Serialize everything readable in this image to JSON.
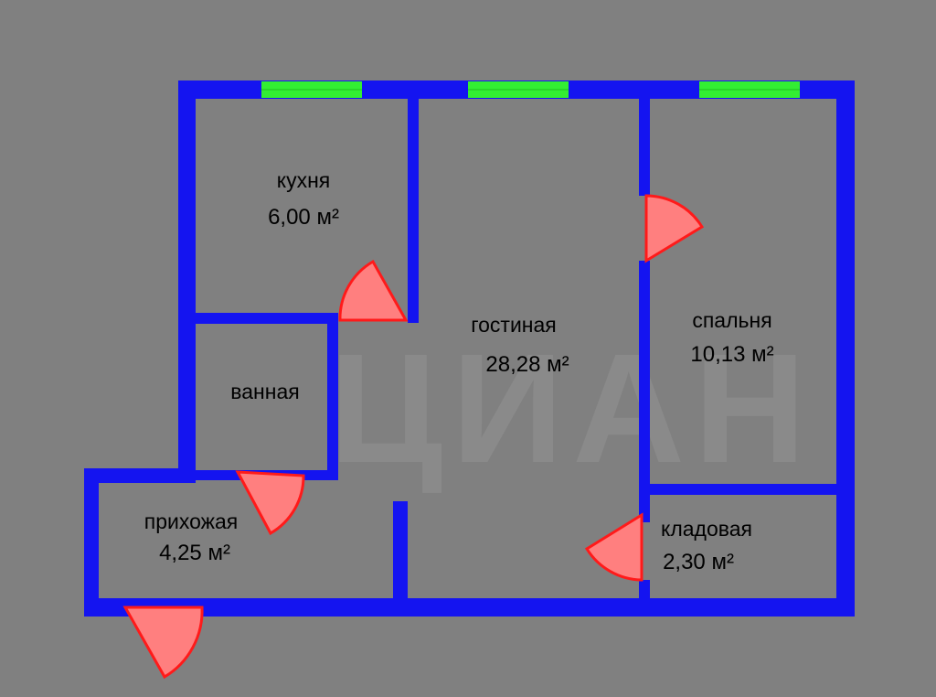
{
  "watermark": {
    "text": "ЦИАН"
  },
  "colors": {
    "background": "#808080",
    "wall": "#1414F0",
    "window": "#33EE33",
    "door_fill": "#FF7F7F",
    "door_edge": "#FF1A1A"
  },
  "rooms": {
    "kitchen": {
      "name": "кухня",
      "area": "6,00 м²"
    },
    "living": {
      "name": "гостиная",
      "area": "28,28 м²"
    },
    "bedroom": {
      "name": "спальня",
      "area": "10,13 м²"
    },
    "bathroom": {
      "name": "ванная"
    },
    "hallway": {
      "name": "прихожая",
      "area": "4,25 м²"
    },
    "storage": {
      "name": "кладовая",
      "area": "2,30 м²"
    }
  },
  "windows": [
    "kitchen-window",
    "living-window",
    "bedroom-window"
  ],
  "doors": [
    "entrance-door",
    "kitchen-door",
    "bathroom-door",
    "bedroom-door",
    "storage-door"
  ]
}
